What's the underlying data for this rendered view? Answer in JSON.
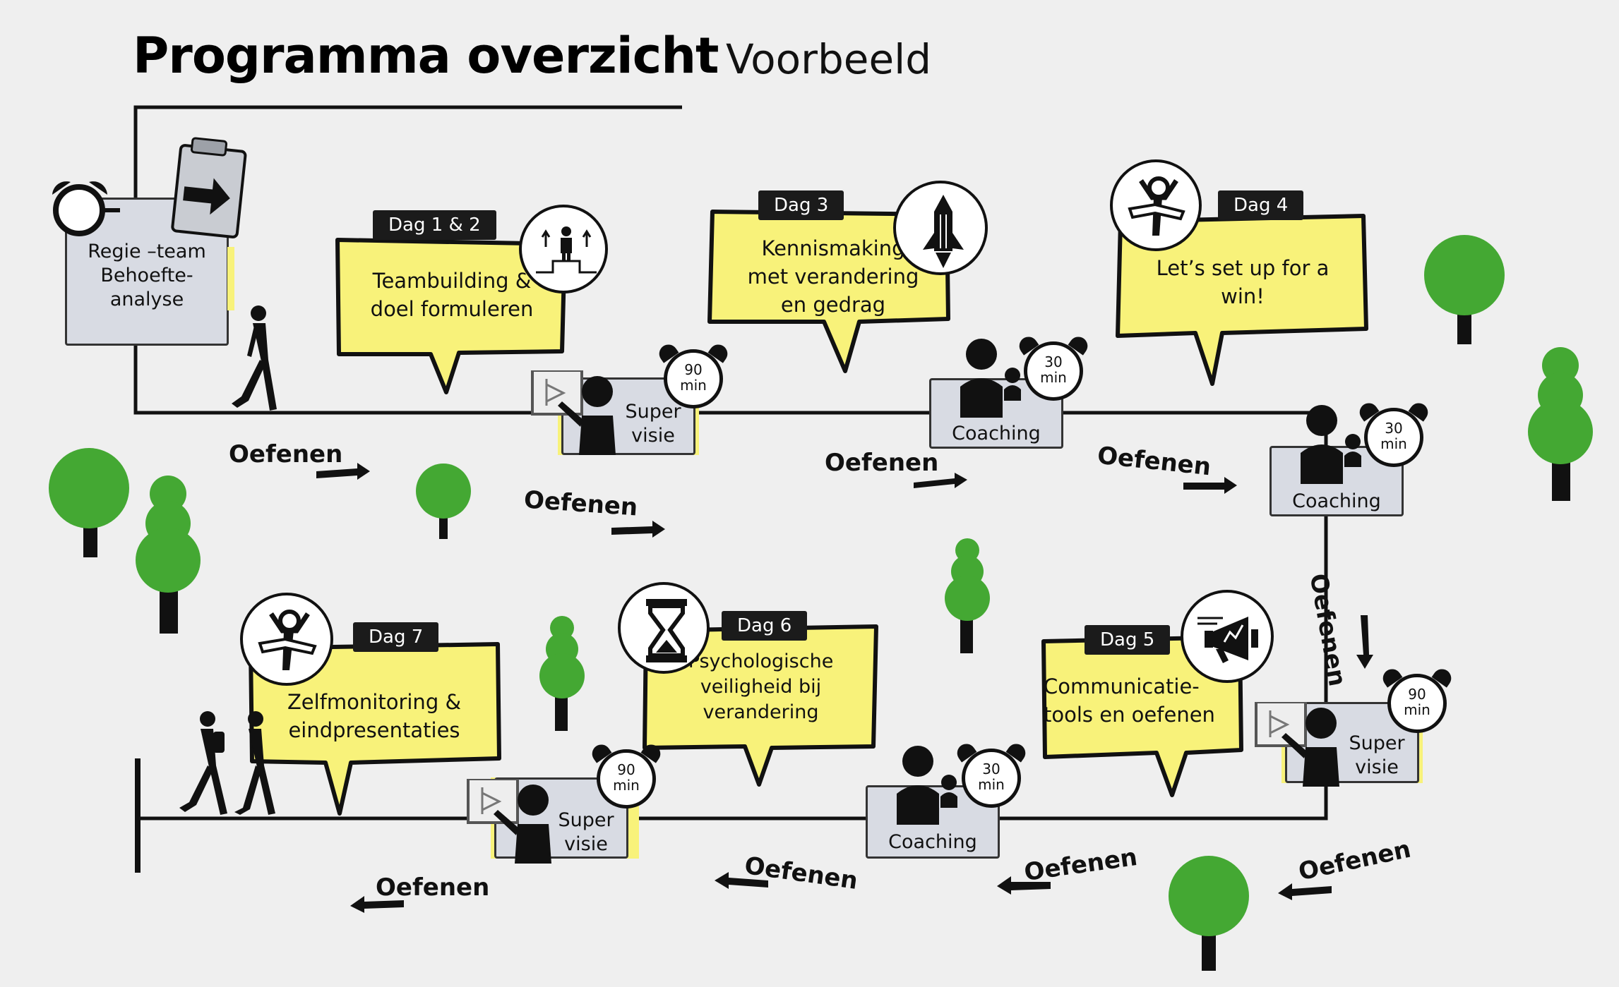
{
  "header": {
    "title": "Programma overzicht",
    "subtitle": "Voorbeeld"
  },
  "start": {
    "lines": [
      "Regie –team",
      "Behoefte-",
      "analyse"
    ]
  },
  "days": [
    {
      "tag": "Dag 1 & 2",
      "lines": [
        "Teambuilding &",
        "doel formuleren"
      ],
      "icon": "stairs-person-icon"
    },
    {
      "tag": "Dag 3",
      "lines": [
        "Kennismaking",
        "met verandering",
        "en gedrag"
      ],
      "icon": "rocket-pencil-icon"
    },
    {
      "tag": "Dag 4",
      "lines": [
        "Let’s set up for a",
        "win!"
      ],
      "icon": "finish-line-runner-icon"
    },
    {
      "tag": "Dag 5",
      "lines": [
        "Communicatie-",
        "tools en oefenen"
      ],
      "icon": "megaphone-icon"
    },
    {
      "tag": "Dag 6",
      "lines": [
        "Psychologische",
        "veiligheid bij",
        "verandering"
      ],
      "icon": "hourglass-icon"
    },
    {
      "tag": "Dag 7",
      "lines": [
        "Zelfmonitoring &",
        "eindpresentaties"
      ],
      "icon": "finish-line-runner-icon"
    }
  ],
  "sessions": [
    {
      "lines": [
        "Super",
        "visie"
      ],
      "time": [
        "90",
        "min"
      ],
      "icon": "presenter-board-icon"
    },
    {
      "lines": [
        "Coaching"
      ],
      "time": [
        "30",
        "min"
      ],
      "icon": "coach-people-icon"
    },
    {
      "lines": [
        "Coaching"
      ],
      "time": [
        "30",
        "min"
      ],
      "icon": "coach-people-icon"
    },
    {
      "lines": [
        "Super",
        "visie"
      ],
      "time": [
        "90",
        "min"
      ],
      "icon": "presenter-board-icon"
    },
    {
      "lines": [
        "Coaching"
      ],
      "time": [
        "30",
        "min"
      ],
      "icon": "coach-people-icon"
    },
    {
      "lines": [
        "Super",
        "visie"
      ],
      "time": [
        "90",
        "min"
      ],
      "icon": "presenter-board-icon"
    }
  ],
  "practice_label": "Oefenen",
  "colors": {
    "highlight": "#f8f27a",
    "tree": "#44a833",
    "trunk": "#111111",
    "path": "#111111",
    "session_box": "#d8dbe3"
  }
}
